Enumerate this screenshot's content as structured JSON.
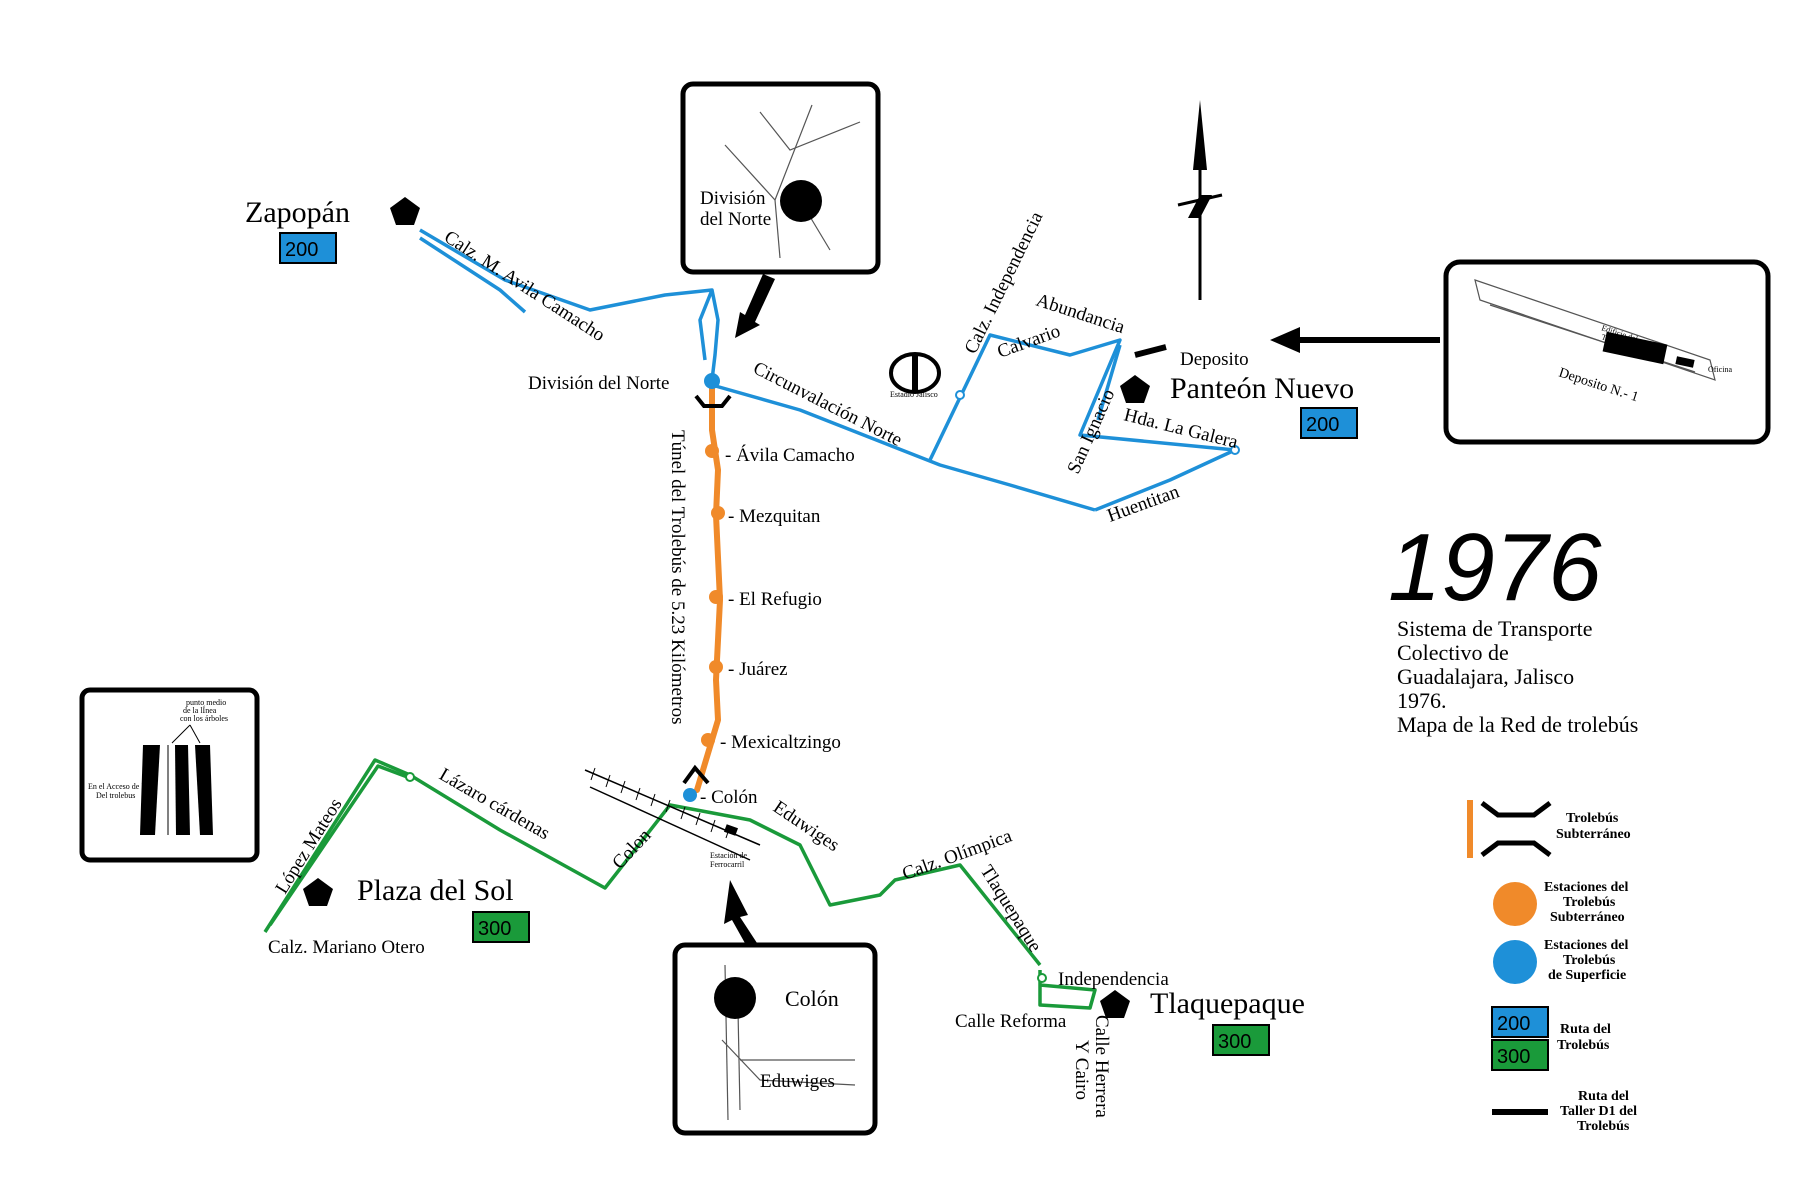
{
  "title": {
    "year": "1976",
    "lines": [
      "Sistema de Transporte",
      "Colectivo de",
      "Guadalajara, Jalisco",
      "1976.",
      "Mapa de la Red de trolebús"
    ]
  },
  "colors": {
    "route_200": "#1e90d8",
    "route_300": "#1a9a3a",
    "tunnel": "#f08a2a",
    "surface_station": "#1e90d8"
  },
  "terminals": {
    "zapopan": {
      "name": "Zapopán",
      "route": "200"
    },
    "panteon_nuevo": {
      "name": "Panteón Nuevo",
      "route": "200"
    },
    "plaza_del_sol": {
      "name": "Plaza del Sol",
      "route": "300"
    },
    "tlaquepaque": {
      "name": "Tlaquepaque",
      "route": "300"
    }
  },
  "tunnel": {
    "label": "Túnel del Trolebús de 5.23 Kilómetros",
    "stations": [
      "Ávila Camacho",
      "Mezquitan",
      "El Refugio",
      "Juárez",
      "Mexicaltzingo"
    ]
  },
  "surface_stations": {
    "north": "División del Norte",
    "south": "Colón"
  },
  "streets": {
    "avila_camacho": "Calz. M. Avila Camacho",
    "circunvalacion": "Circunvalación Norte",
    "independencia": "Calz. Independencia",
    "calvario": "Calvario",
    "abundancia": "Abundancia",
    "deposito": "Deposito",
    "san_ignacio": "San Ignacio",
    "hda_la_galera": "Hda. La Galera",
    "huentitan": "Huentitan",
    "estadio": "Estadio Jalisco",
    "lopez_mateos": "López Mateos",
    "lazaro": "Lázaro cárdenas",
    "colon_street": "Colon",
    "mariano_otero": "Calz. Mariano Otero",
    "eduwiges": "Eduwiges",
    "olimpica": "Calz. Olímpica",
    "tlaquepaque_street": "Tlaquepaque",
    "independencia_south": "Independencia",
    "calle_reforma": "Calle Reforma",
    "herrera_cairo": [
      "Calle Herrera",
      "Y Cairo"
    ],
    "estacion_ferrocarril": [
      "Estación de",
      "Ferrocarril"
    ]
  },
  "insets": {
    "division": {
      "label": [
        "División",
        "del Norte"
      ]
    },
    "colon": {
      "label": "Colón",
      "street": "Eduwiges"
    },
    "deposito": {
      "label": "Deposito N.- 1",
      "office": "Oficina",
      "building": [
        "Edificio del",
        "Taller"
      ]
    },
    "tunnel_access": {
      "top": [
        "punto medio",
        "de la lÍnea",
        "con los árboles"
      ],
      "side": [
        "En el Acceso de Red",
        "Del trolebus"
      ]
    }
  },
  "legend": {
    "tunnel": [
      "Trolebús",
      "Subterráneo"
    ],
    "tunnel_stations": [
      "Estaciones del",
      "Trolebús",
      "Subterráneo"
    ],
    "surface_stations": [
      "Estaciones del",
      "Trolebús",
      "de Superficie"
    ],
    "route": [
      "Ruta del",
      "Trolebús"
    ],
    "route_numbers": [
      "200",
      "300"
    ],
    "depot_route": [
      "Ruta del",
      "Taller D1 del",
      "Trolebús"
    ]
  }
}
